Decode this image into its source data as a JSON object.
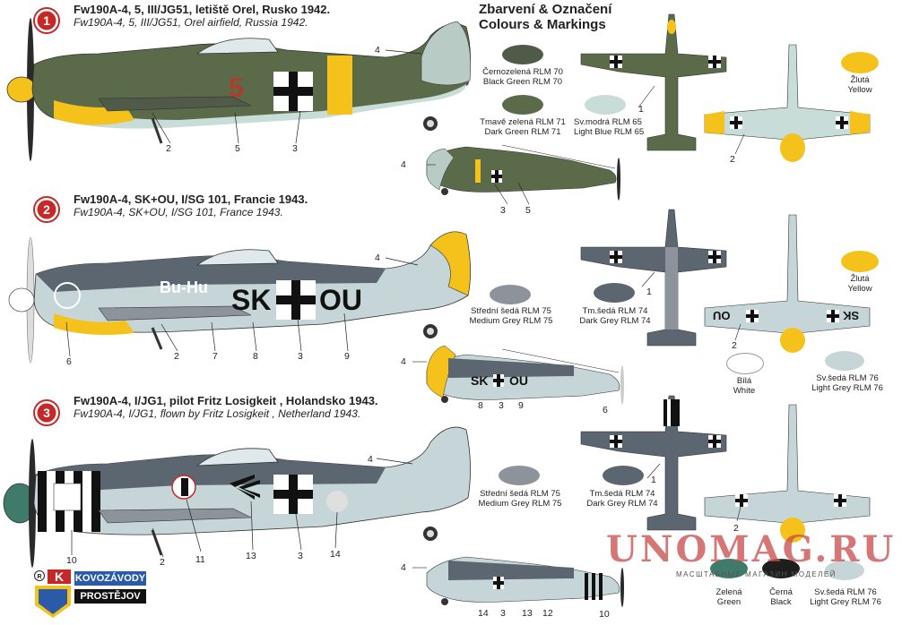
{
  "header": {
    "line1": "Zbarvení & Označení",
    "line2": "Colours & Markings"
  },
  "schemes": [
    {
      "number": "1",
      "title_cz": "Fw190A-4, 5, III/JG51, letiště Orel, Rusko 1942.",
      "title_en": "Fw190A-4, 5, III/JG51, Orel airfield, Russia 1942.",
      "fuselage_number": "5"
    },
    {
      "number": "2",
      "title_cz": "Fw190A-4, SK+OU, I/SG 101, Francie 1943.",
      "title_en": "Fw190A-4, SK+OU, I/SG 101, France 1943.",
      "code_left": "SK",
      "code_right": "OU",
      "nose_text": "Bu-Hu"
    },
    {
      "number": "3",
      "title_cz": "Fw190A-4, I/JG1, pilot Fritz Losigkeit , Holandsko 1943.",
      "title_en": "Fw190A-4, I/JG1, flown by Fritz Losigkeit , Netherland 1943."
    }
  ],
  "colours": {
    "rlm70": {
      "cz": "Černozelená RLM 70",
      "en": "Black Green RLM 70",
      "hex": "#4f5a48"
    },
    "rlm71": {
      "cz": "Tmavě zelená RLM 71",
      "en": "Dark Green RLM 71",
      "hex": "#5b6b4a"
    },
    "rlm65": {
      "cz": "Sv.modrá RLM 65",
      "en": "Light Blue RLM 65",
      "hex": "#c8dcd8"
    },
    "yellow": {
      "cz": "Žlutá",
      "en": "Yellow",
      "hex": "#f4c21a"
    },
    "rlm75": {
      "cz": "Střední šedá RLM 75",
      "en": "Medium Grey RLM 75",
      "hex": "#8c939a"
    },
    "rlm74": {
      "cz": "Tm.šedá RLM 74",
      "en": "Dark Grey RLM 74",
      "hex": "#5c6670"
    },
    "white": {
      "cz": "Bílá",
      "en": "White",
      "hex": "#ffffff"
    },
    "rlm76": {
      "cz": "Sv.šedá RLM 76",
      "en": "Light Grey RLM 76",
      "hex": "#c6d6d8"
    },
    "green": {
      "cz": "Zelená",
      "en": "Green",
      "hex": "#3f7a6a"
    },
    "black": {
      "cz": "Černá",
      "en": "Black",
      "hex": "#1e1e1e"
    }
  },
  "callouts": {
    "s1": [
      "4",
      "2",
      "5",
      "3",
      "1",
      "2"
    ],
    "s1_small": [
      "4",
      "3",
      "5"
    ],
    "s2": [
      "4",
      "6",
      "2",
      "7",
      "8",
      "3",
      "9",
      "1",
      "2"
    ],
    "s2_small": [
      "4",
      "8",
      "3",
      "9",
      "6"
    ],
    "s3": [
      "4",
      "10",
      "2",
      "11",
      "13",
      "3",
      "14",
      "1",
      "2"
    ],
    "s3_small": [
      "4",
      "14",
      "3",
      "13",
      "12",
      "10"
    ]
  },
  "logo": {
    "line1": "KOVOZÁVODY",
    "line2": "PROSTĚJOV",
    "letter": "K"
  },
  "watermark": {
    "main": "UNOMAG.RU",
    "sub": "МАСШТАБНЫЕ МАГАЗИН МОДЕЛЕЙ"
  }
}
